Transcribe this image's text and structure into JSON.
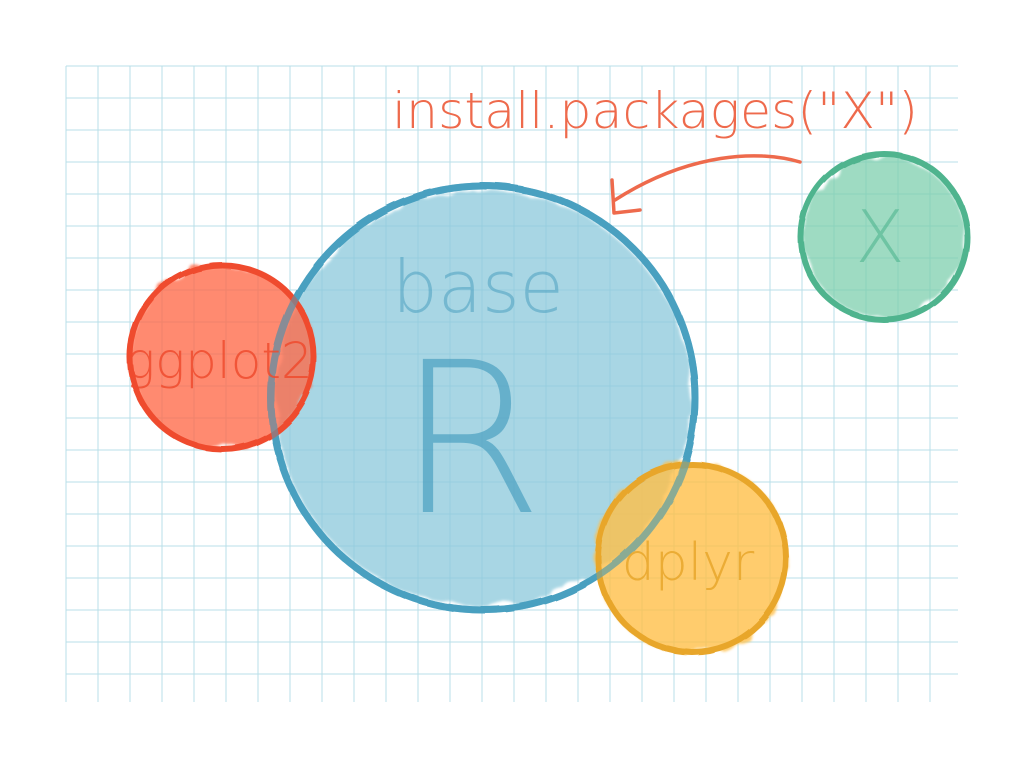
{
  "colors": {
    "background": "#ffffff",
    "grid": "#b9dfe8",
    "base_fill": "#8cc9dc",
    "base_stroke": "#4aa0c0",
    "ggplot_fill": "#ff6a4a",
    "ggplot_stroke": "#ef4b2e",
    "dplyr_fill": "#ffc04a",
    "dplyr_stroke": "#e8a62c",
    "x_fill": "#7ecfae",
    "x_stroke": "#4fb48e",
    "arrow": "#ee6a4c"
  },
  "diagram": {
    "base": {
      "label": "base",
      "letter": "R"
    },
    "packages": [
      {
        "id": "ggplot2",
        "label": "ggplot2"
      },
      {
        "id": "dplyr",
        "label": "dplyr"
      },
      {
        "id": "x",
        "label": "X"
      }
    ],
    "install_command": "install.packages(\"X\")"
  }
}
